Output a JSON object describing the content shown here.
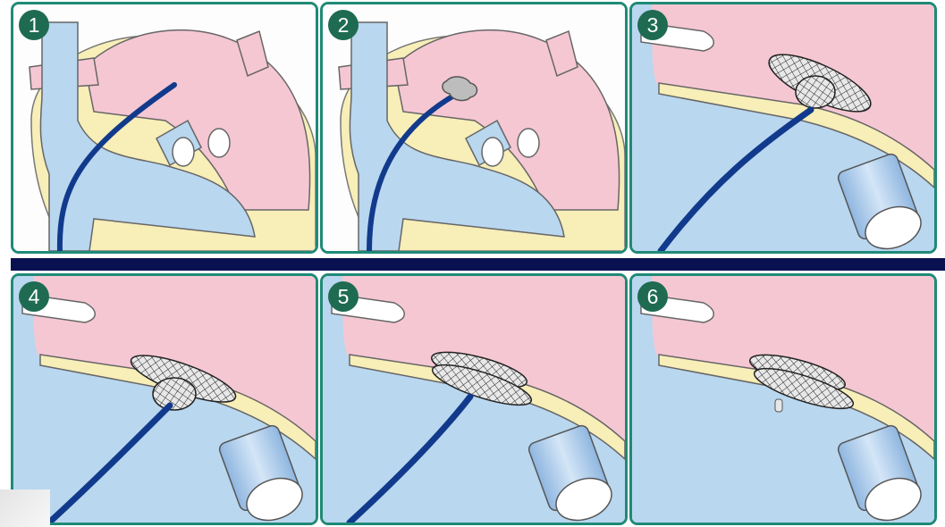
{
  "panels": [
    {
      "number": "1"
    },
    {
      "number": "2"
    },
    {
      "number": "3"
    },
    {
      "number": "4"
    },
    {
      "number": "5"
    },
    {
      "number": "6"
    }
  ],
  "colors": {
    "frame": "#1f8a77",
    "badge": "#1e6b52",
    "divider": "#0a1150",
    "blood_blue": "#b9d7ef",
    "blood_pink": "#f5c7d3",
    "tissue": "#f7eeb8",
    "catheter": "#123a8c",
    "device_mesh": "#222222",
    "outline": "#5a5a5a"
  }
}
